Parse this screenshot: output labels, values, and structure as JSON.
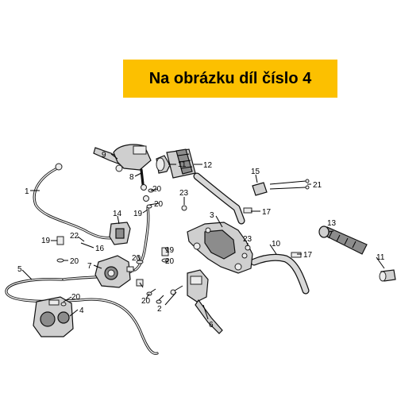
{
  "banner": {
    "text": "Na obrázku díl číslo 4",
    "background": "#fcc000",
    "text_color": "#000000"
  },
  "callouts": {
    "p1": "1",
    "p2": "2",
    "p3": "3",
    "p4": "4",
    "p5": "5",
    "p6": "6",
    "p7": "7",
    "p8": "8",
    "p9": "9",
    "p10": "10",
    "p11a": "11",
    "p11b": "11",
    "p12": "12",
    "p13": "13",
    "p14": "14",
    "p15": "15",
    "p16": "16",
    "p17a": "17",
    "p17b": "17",
    "p19a": "19",
    "p19b": "19",
    "p19c": "19",
    "p20a": "20",
    "p20b": "20",
    "p20c": "20",
    "p20d": "20",
    "p20e": "20",
    "p20f": "20",
    "p20g": "20",
    "p21": "21",
    "p22": "22",
    "p23a": "23",
    "p23b": "23"
  }
}
